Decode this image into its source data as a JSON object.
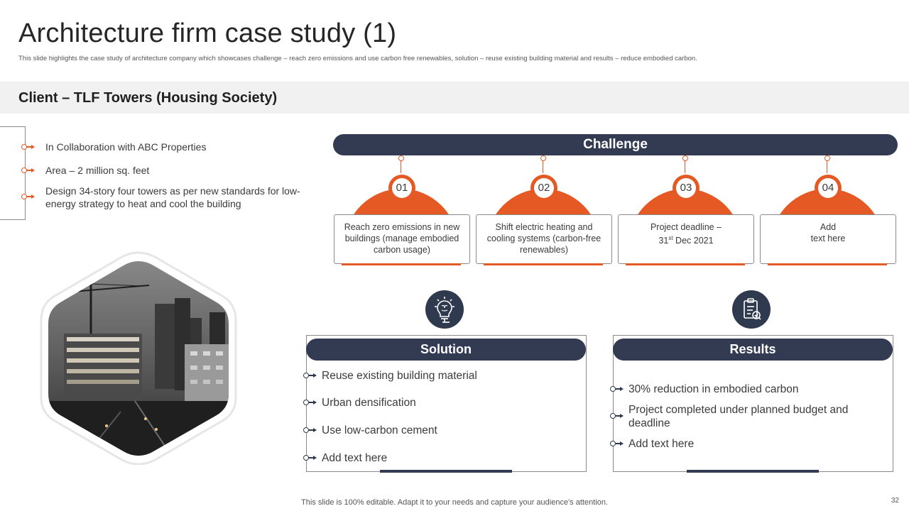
{
  "header": {
    "title": "Architecture  firm case study (1)",
    "subtitle": "This slide highlights the case study of architecture company which showcases challenge – reach zero emissions and use carbon free renewables, solution – reuse existing building material and results – reduce embodied carbon."
  },
  "client": {
    "title": "Client – TLF Towers (Housing Society)",
    "items": [
      "In Collaboration with ABC Properties",
      "Area – 2 million sq. feet",
      "Design 34-story four towers as  per new standards for low-energy strategy to heat and cool the building"
    ]
  },
  "challenge": {
    "heading": "Challenge",
    "cards": [
      {
        "number": "01",
        "text": "Reach zero emissions in new buildings (manage embodied carbon usage)"
      },
      {
        "number": "02",
        "text": "Shift electric heating and cooling systems (carbon-free renewables)"
      },
      {
        "number": "03",
        "text_a": "Project deadline –",
        "text_b_pre": "31",
        "text_b_sup": "st",
        "text_b_post": " Dec 2021"
      },
      {
        "number": "04",
        "text_a": "Add",
        "text_b": "text here"
      }
    ]
  },
  "solution": {
    "heading": "Solution",
    "items": [
      "Reuse existing building material",
      "Urban densification",
      "Use low-carbon cement",
      "Add text here"
    ]
  },
  "results": {
    "heading": "Results",
    "items": [
      "30% reduction in embodied carbon",
      "Project completed under planned budget and deadline",
      "Add text here"
    ]
  },
  "footer": {
    "note": "This slide is 100% editable. Adapt it to your needs and capture your audience's attention.",
    "page_number": "32"
  },
  "colors": {
    "accent_orange": "#e55a24",
    "navy": "#323b52",
    "band_gray": "#f1f1f1"
  },
  "icons": {
    "solution": "brain-bulb-icon",
    "results": "clipboard-check-icon"
  }
}
